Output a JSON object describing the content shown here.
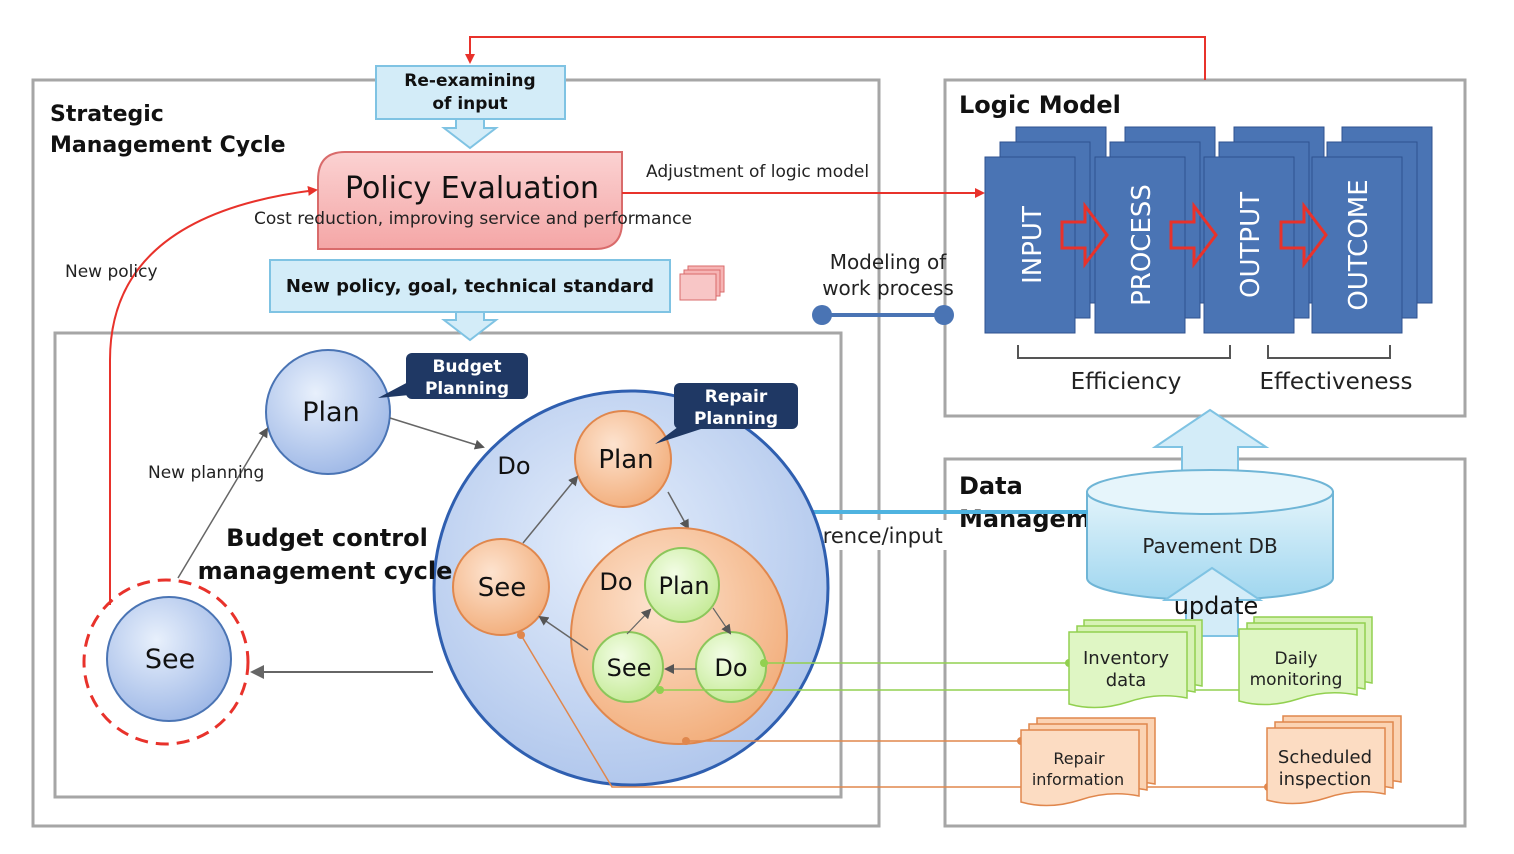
{
  "strategic_cycle": {
    "title_line1": "Strategic",
    "title_line2": "Management Cycle"
  },
  "reexamining": {
    "line1": "Re-examining",
    "line2": "of input"
  },
  "policy_evaluation": {
    "title": "Policy Evaluation",
    "subtitle": "Cost reduction, improving service and performance"
  },
  "adjustment_label": "Adjustment of logic model",
  "new_policy_label": "New policy",
  "new_policy_box": "New policy, goal, technical standard",
  "modeling_label": {
    "line1": "Modeling of",
    "line2": "work process"
  },
  "logic_model": {
    "title": "Logic Model",
    "stages": [
      "INPUT",
      "PROCESS",
      "OUTPUT",
      "OUTCOME"
    ],
    "efficiency": "Efficiency",
    "effectiveness": "Effectiveness"
  },
  "budget_cycle": {
    "title_line1": "Budget control",
    "title_line2": "management cycle",
    "new_planning": "New planning",
    "plan": "Plan",
    "see": "See",
    "do": "Do",
    "budget_tag": {
      "line1": "Budget",
      "line2": "Planning"
    }
  },
  "repair_cycle": {
    "plan": "Plan",
    "see": "See",
    "do": "Do",
    "repair_tag": {
      "line1": "Repair",
      "line2": "Planning"
    }
  },
  "inner_cycle": {
    "do": "Do",
    "plan": "Plan",
    "see": "See",
    "do2": "Do"
  },
  "reference_label": "reference/input",
  "data_management": {
    "title_line1": "Data",
    "title_line2": "Management",
    "db": "Pavement DB",
    "update": "update",
    "inventory": {
      "line1": "Inventory",
      "line2": "data"
    },
    "daily": {
      "line1": "Daily",
      "line2": "monitoring"
    },
    "repair_info": {
      "line1": "Repair",
      "line2": "information"
    },
    "scheduled": {
      "line1": "Scheduled",
      "line2": "inspection"
    }
  },
  "colors": {
    "red": "#e8322b",
    "blue_block": "#4a74b4",
    "light_blue": "#cfeaf6",
    "orange": "#f4b183",
    "green": "#d7f2b5"
  }
}
